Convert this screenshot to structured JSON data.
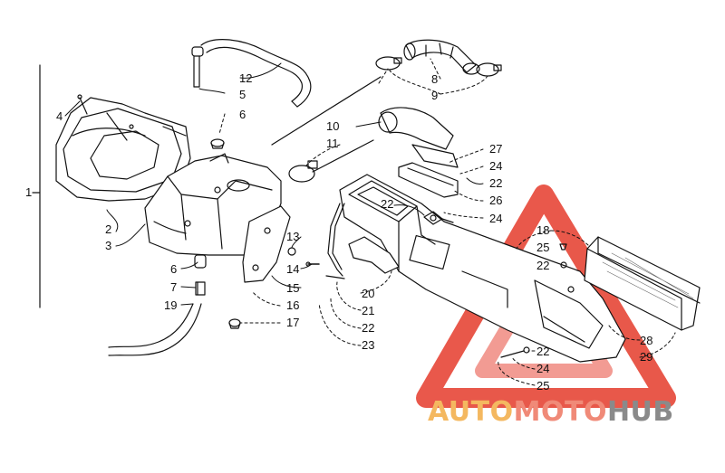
{
  "diagram": {
    "callouts": [
      {
        "id": "c1",
        "text": "1"
      },
      {
        "id": "c2",
        "text": "2"
      },
      {
        "id": "c3",
        "text": "3"
      },
      {
        "id": "c4",
        "text": "4"
      },
      {
        "id": "c5",
        "text": "5"
      },
      {
        "id": "c6a",
        "text": "6"
      },
      {
        "id": "c6b",
        "text": "6"
      },
      {
        "id": "c7",
        "text": "7"
      },
      {
        "id": "c8",
        "text": "8"
      },
      {
        "id": "c9",
        "text": "9"
      },
      {
        "id": "c10",
        "text": "10"
      },
      {
        "id": "c11",
        "text": "11"
      },
      {
        "id": "c12",
        "text": "12"
      },
      {
        "id": "c13",
        "text": "13"
      },
      {
        "id": "c14",
        "text": "14"
      },
      {
        "id": "c15",
        "text": "15"
      },
      {
        "id": "c16",
        "text": "16"
      },
      {
        "id": "c17",
        "text": "17"
      },
      {
        "id": "c18",
        "text": "18"
      },
      {
        "id": "c19",
        "text": "19"
      },
      {
        "id": "c20",
        "text": "20"
      },
      {
        "id": "c21",
        "text": "21"
      },
      {
        "id": "c22a",
        "text": "22"
      },
      {
        "id": "c22b",
        "text": "22"
      },
      {
        "id": "c22c",
        "text": "22"
      },
      {
        "id": "c22d",
        "text": "22"
      },
      {
        "id": "c22e",
        "text": "22"
      },
      {
        "id": "c23",
        "text": "23"
      },
      {
        "id": "c24a",
        "text": "24"
      },
      {
        "id": "c24b",
        "text": "24"
      },
      {
        "id": "c24c",
        "text": "24"
      },
      {
        "id": "c25a",
        "text": "25"
      },
      {
        "id": "c25b",
        "text": "25"
      },
      {
        "id": "c26",
        "text": "26"
      },
      {
        "id": "c27",
        "text": "27"
      },
      {
        "id": "c28",
        "text": "28"
      },
      {
        "id": "c29",
        "text": "29"
      }
    ]
  },
  "watermark": {
    "part1": "AUTO",
    "part2": "MOTO",
    "part3": "HUB",
    "colors": {
      "auto": "#f4b860",
      "moto": "#f08a78",
      "hub": "#8a8a8a",
      "triangle": "#e53b2b"
    }
  }
}
